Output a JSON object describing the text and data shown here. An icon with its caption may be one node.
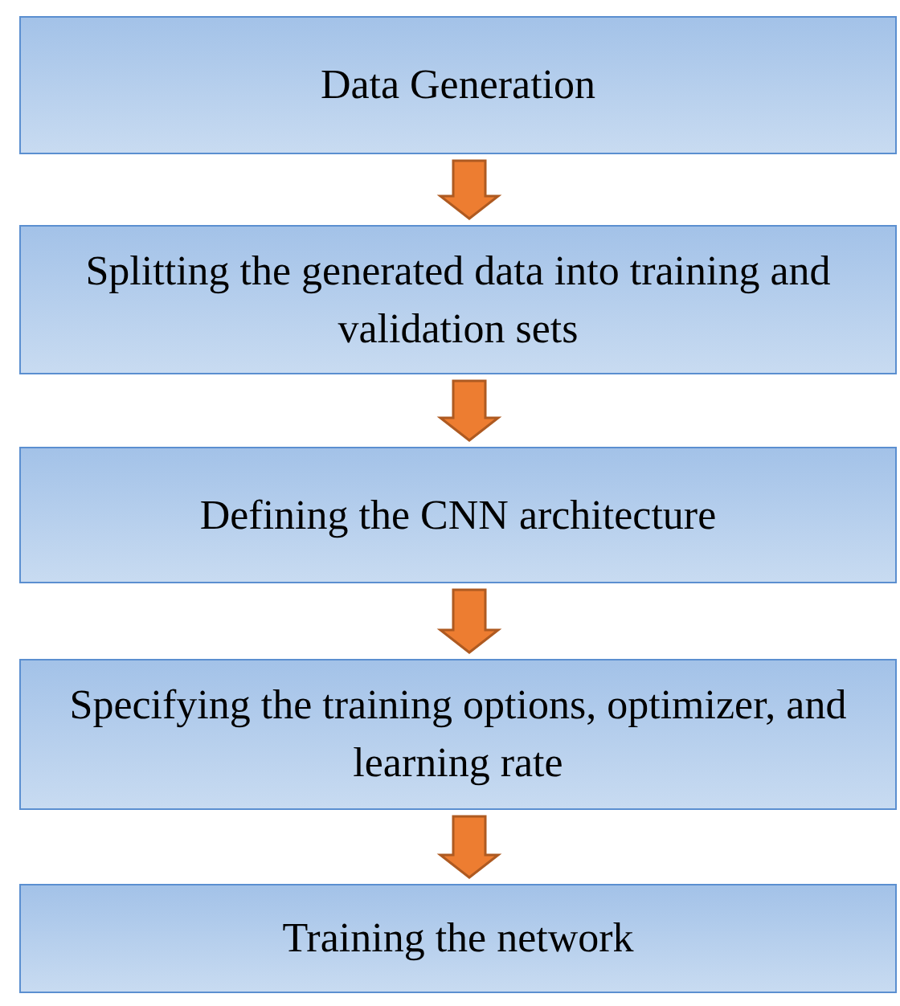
{
  "diagram": {
    "nodes": [
      {
        "text": [
          "Data Generation"
        ]
      },
      {
        "text": [
          "Splitting the generated data into training and validation sets"
        ]
      },
      {
        "text": [
          "Defining the CNN architecture"
        ]
      },
      {
        "text": [
          "Specifying the training options, optimizer, and learning rate"
        ]
      },
      {
        "text": [
          "Training the network"
        ]
      }
    ],
    "edges": [
      {
        "from": 0,
        "to": 1,
        "arrow": "to"
      },
      {
        "from": 1,
        "to": 2,
        "arrow": "to"
      },
      {
        "from": 2,
        "to": 3,
        "arrow": "to"
      },
      {
        "from": 3,
        "to": 4,
        "arrow": "to"
      }
    ]
  }
}
